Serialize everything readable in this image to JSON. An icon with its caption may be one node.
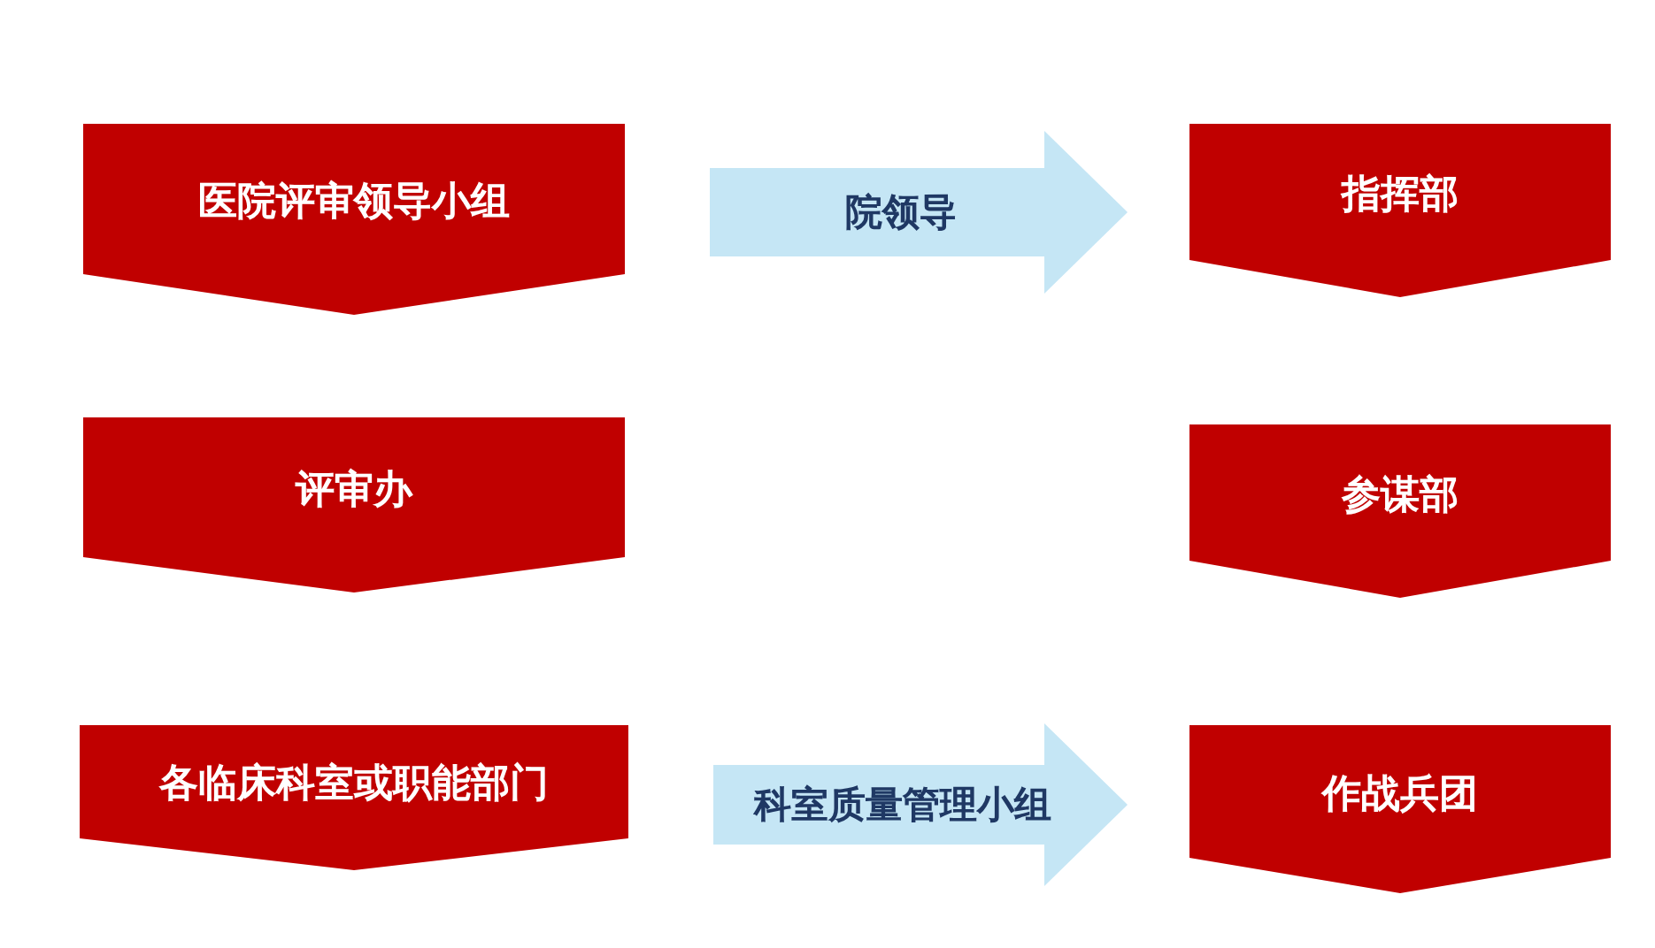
{
  "diagram": {
    "nodes": [
      {
        "text": [
          "医院评审领导小组"
        ]
      },
      {
        "text": [
          "指挥部"
        ]
      },
      {
        "text": [
          "评审办"
        ]
      },
      {
        "text": [
          "参谋部"
        ]
      },
      {
        "text": [
          "各临床科室或职能部门"
        ]
      },
      {
        "text": [
          "作战兵团"
        ]
      }
    ],
    "edges": [
      {
        "from": 0,
        "to": 1,
        "arrow": "to",
        "label": "院领导"
      },
      {
        "from": 4,
        "to": 5,
        "arrow": "to",
        "label": "科室质量管理小组"
      }
    ]
  }
}
